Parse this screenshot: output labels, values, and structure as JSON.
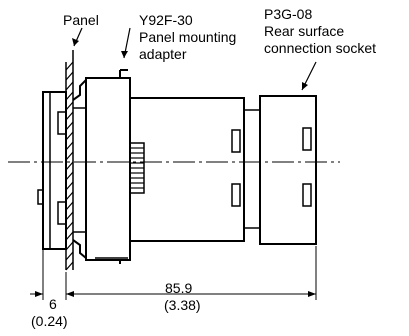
{
  "labels": {
    "panel": "Panel",
    "adapter_model": "Y92F-30",
    "adapter_name_line1": "Panel mounting",
    "adapter_name_line2": "adapter",
    "socket_model": "P3G-08",
    "socket_name_line1": "Rear surface",
    "socket_name_line2": "connection socket"
  },
  "dimensions": {
    "panel_offset_mm": "6",
    "panel_offset_in": "(0.24)",
    "depth_mm": "85.9",
    "depth_in": "(3.38)"
  },
  "colors": {
    "line": "#000000",
    "background": "#ffffff"
  }
}
